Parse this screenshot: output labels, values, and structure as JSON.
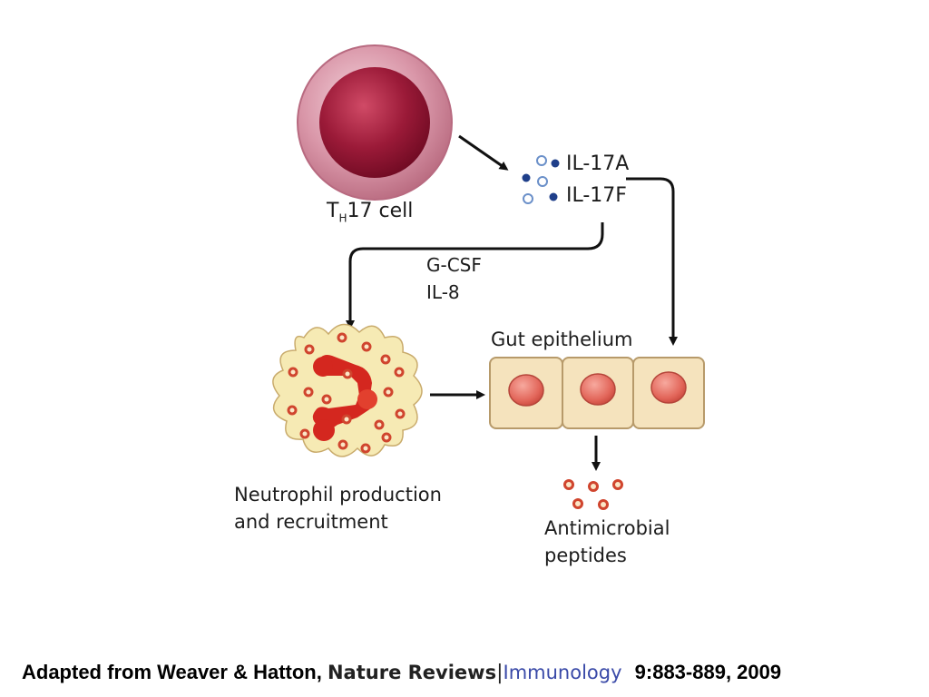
{
  "labels": {
    "cell_prefix": "T",
    "cell_subscript": "H",
    "cell_suffix": "17 cell",
    "il17a": "IL-17A",
    "il17f": "IL-17F",
    "gcsf": "G-CSF",
    "il8": "IL-8",
    "gut": "Gut epithelium",
    "neutrophil_line1": "Neutrophil production",
    "neutrophil_line2": "and recruitment",
    "amp_line1": "Antimicrobial",
    "amp_line2": "peptides"
  },
  "caption": {
    "prefix": "Adapted from Weaver & Hatton,",
    "journal": "Nature Reviews",
    "separator": "|",
    "subject": "Immunology",
    "citation": "9:883-889, 2009"
  },
  "colors": {
    "cell_outer": "#cf8f9e",
    "cell_inner": "#8c1530",
    "dot_dark": "#1f3f8a",
    "dot_light": "#8aaedc",
    "neutrophil_fill": "#f6eab4",
    "neutrophil_nucleus": "#d4271f",
    "granule": "#d0452e",
    "epithelium_fill": "#f5e3bd",
    "epithelium_nucleus": "#e26a5e",
    "arrow": "#111111"
  }
}
